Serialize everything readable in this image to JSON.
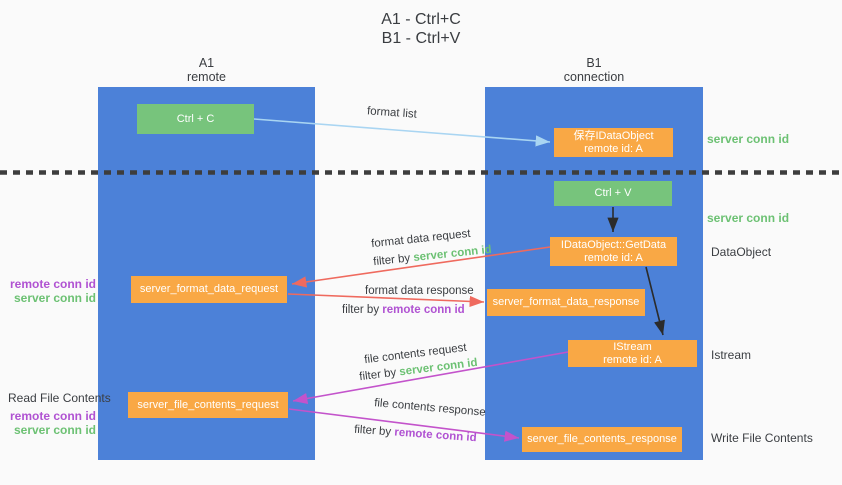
{
  "title": {
    "line1": "A1 - Ctrl+C",
    "line2": "B1 - Ctrl+V"
  },
  "columns": {
    "a1": {
      "name": "A1",
      "subtitle": "remote"
    },
    "b1": {
      "name": "B1",
      "subtitle": "connection"
    }
  },
  "nodes": {
    "ctrl_c": {
      "label": "Ctrl + C"
    },
    "ctrl_v": {
      "label": "Ctrl + V"
    },
    "save_idataobject": {
      "line1": "保存IDataObject",
      "line2": "remote id: A"
    },
    "getdata": {
      "line1": "IDataObject::GetData",
      "line2": "remote id: A"
    },
    "istream": {
      "line1": "IStream",
      "line2": "remote id: A"
    },
    "format_request": {
      "label": "server_format_data_request"
    },
    "format_response": {
      "label": "server_format_data_response"
    },
    "file_request": {
      "label": "server_file_contents_request"
    },
    "file_response": {
      "label": "server_file_contents_response"
    }
  },
  "labels": {
    "format_list": "format list",
    "filter_by": "filter by",
    "server_conn_id": "server conn id",
    "remote_conn_id": "remote conn id",
    "format_data_request": "format data request",
    "format_data_response": "format data response",
    "file_contents_request": "file contents request",
    "file_contents_response": "file contents response"
  },
  "side_labels": {
    "server_conn_id_top": "server conn id",
    "server_conn_id_mid": "server conn id",
    "dataobject": "DataObject",
    "istream": "Istream",
    "read_file_contents": "Read File Contents",
    "write_file_contents": "Write File Contents",
    "remote_conn_id": "remote conn id",
    "server_conn_id": "server conn id"
  },
  "colors": {
    "lane_blue": "#4c81d8",
    "node_green": "#77c47c",
    "node_orange": "#f9a845",
    "arrow_light_blue": "#a9d5f2",
    "arrow_red": "#ef6a5e",
    "arrow_magenta": "#c353cb",
    "arrow_black": "#2b2b2b",
    "text_green": "#6cc173",
    "text_purple": "#b052d2",
    "divider": "#3d3d3d",
    "background": "#fafafa"
  }
}
